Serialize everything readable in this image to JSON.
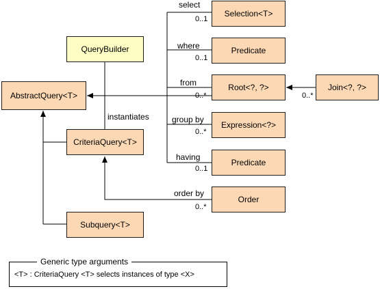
{
  "colors": {
    "box_fill": "#fcd9b4",
    "highlight_fill": "#fdfdc4",
    "line": "#000000"
  },
  "boxes": {
    "query_builder": "QueryBuilder",
    "abstract_query": "AbstractQuery<T>",
    "criteria_query": "CriteriaQuery<T>",
    "subquery": "Subquery<T>",
    "selection": "Selection<T>",
    "predicate_where": "Predicate",
    "root": "Root<?, ?>",
    "join": "Join<?, ?>",
    "expression": "Expression<?>",
    "predicate_having": "Predicate",
    "order": "Order"
  },
  "labels": {
    "select": "select",
    "where": "where",
    "from": "from",
    "group_by": "group by",
    "having": "having",
    "order_by": "order by",
    "instantiates": "instantiates"
  },
  "multiplicities": {
    "select": "0..1",
    "where": "0..1",
    "from": "0..*",
    "group_by": "0..*",
    "having": "0..1",
    "order_by": "0..*",
    "join": "0..*"
  },
  "legend": {
    "title": "Generic type arguments",
    "text": "<T> : CriteriaQuery <T> selects instances of type <X>"
  }
}
